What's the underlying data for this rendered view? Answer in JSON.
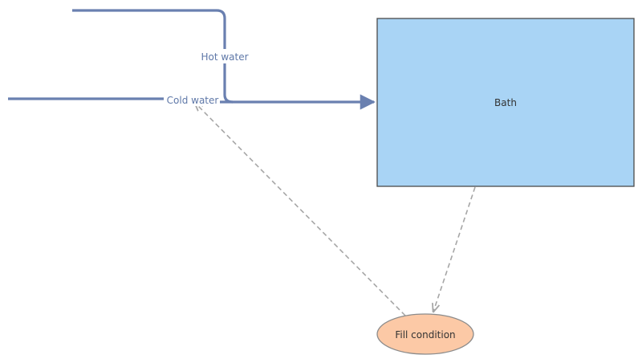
{
  "diagram": {
    "nodes": {
      "bath": {
        "label": "Bath"
      },
      "fill_condition": {
        "label": "Fill condition"
      }
    },
    "edges": {
      "hot_water": {
        "label": "Hot water"
      },
      "cold_water": {
        "label": "Cold water"
      }
    },
    "colors": {
      "pipe": "#6a80b0",
      "bath_fill": "#a9d4f5",
      "bath_stroke": "#4a4a4a",
      "condition_fill": "#fcc9a6",
      "condition_stroke": "#8b8b8b",
      "dashed": "#a6a6a6"
    }
  }
}
